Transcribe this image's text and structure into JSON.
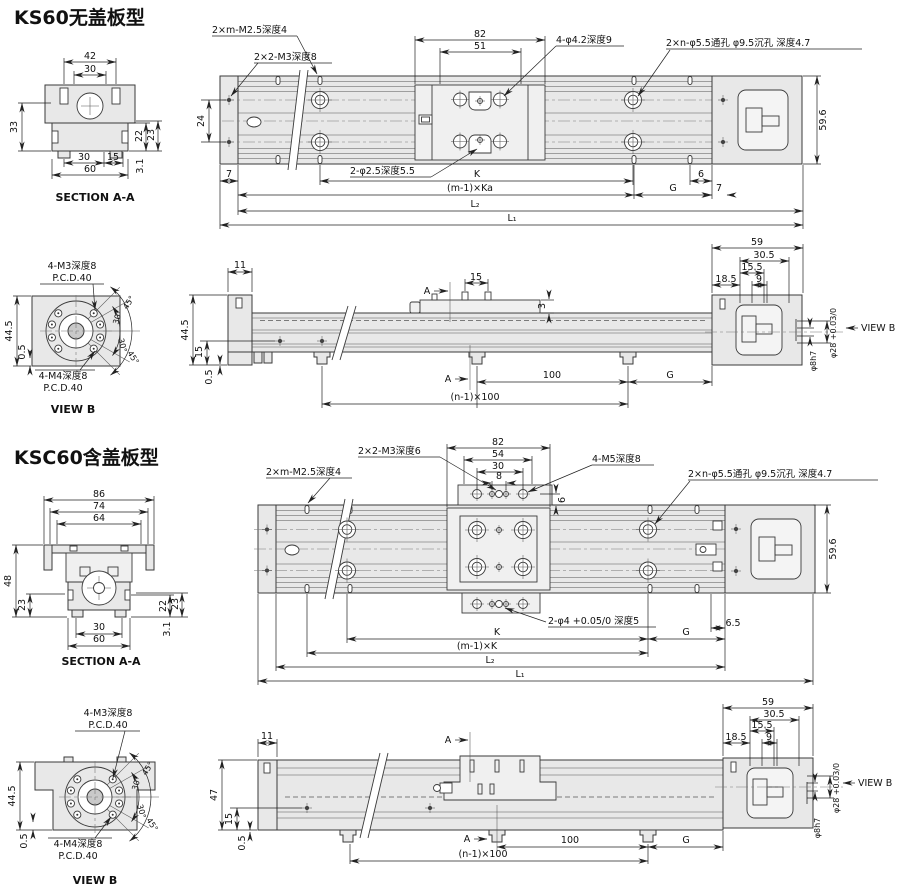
{
  "colors": {
    "accent": "#00a0e9",
    "line": "#3a3a3a",
    "metal": "#e8e8e8"
  },
  "ks60": {
    "title": "KS60无盖板型",
    "section": {
      "caption": "SECTION A-A",
      "d42": "42",
      "d30_top": "30",
      "d33": "33",
      "d22": "22",
      "d23": "23",
      "d30_bot": "30",
      "d15": "15",
      "d31": "3.1",
      "d60": "60"
    },
    "plan": {
      "lbl_m25": "2×m-M2.5深度4",
      "lbl_m3": "2×2-M3深度8",
      "d82": "82",
      "d51": "51",
      "lbl_phi42": "4-φ4.2深度9",
      "lbl_phi55": "2×n-φ5.5通孔 φ9.5沉孔 深度4.7",
      "d596": "59.6",
      "d24": "24",
      "d7_left": "7",
      "lbl_phi25": "2-φ2.5深度5.5",
      "dK": "K",
      "d6": "6",
      "dmka": "(m-1)×Ka",
      "dG": "G",
      "d7_right": "7",
      "dL2": "L₂",
      "dL1": "L₁"
    },
    "viewb": {
      "lbl_m3": "4-M3深度8",
      "pcd_top": "P.C.D.40",
      "d445": "44.5",
      "d05": "0.5",
      "a45_top": "45°",
      "a30_top": "30°",
      "a30_bot": "30°",
      "a45_bot": "45°",
      "lbl_m4": "4-M4深度8",
      "pcd_bot": "P.C.D.40",
      "caption": "VIEW B"
    },
    "side": {
      "d11": "11",
      "d445": "44.5",
      "d15_left": "15",
      "d05": "0.5",
      "mark_a_top": "A",
      "d15": "15",
      "d3": "3",
      "mark_a_bot": "A",
      "d100": "100",
      "dn100": "(n-1)×100",
      "d59": "59",
      "d305": "30.5",
      "d155": "15.5",
      "d9": "9",
      "d185": "18.5",
      "d28": "φ28 +0.03/0",
      "d8h7": "φ8h7",
      "view_b": "VIEW B",
      "dG": "G"
    }
  },
  "ksc60": {
    "title": "KSC60含盖板型",
    "section": {
      "caption": "SECTION A-A",
      "d86": "86",
      "d74": "74",
      "d64": "64",
      "d48": "48",
      "d23_left": "23",
      "d22": "22",
      "d23_right": "23",
      "d31": "3.1",
      "d30": "30",
      "d60": "60"
    },
    "plan": {
      "lbl_m3": "2×2-M3深度6",
      "d82": "82",
      "d54": "54",
      "d30": "30",
      "d8": "8",
      "d6": "6",
      "lbl_m5": "4-M5深度8",
      "lbl_m25": "2×m-M2.5深度4",
      "lbl_phi55": "2×n-φ5.5通孔 φ9.5沉孔 深度4.7",
      "d596": "59.6",
      "lbl_phi4": "2-φ4 +0.05/0 深度5",
      "dK": "K",
      "d65": "6.5",
      "dG": "G",
      "dmk": "(m-1)×K",
      "dL2": "L₂",
      "dL1": "L₁"
    },
    "viewb": {
      "lbl_m3": "4-M3深度8",
      "pcd_top": "P.C.D.40",
      "d445": "44.5",
      "d05": "0.5",
      "a45_top": "45°",
      "a30_top": "30°",
      "a30_bot": "30°",
      "a45_bot": "45°",
      "lbl_m4": "4-M4深度8",
      "pcd_bot": "P.C.D.40",
      "caption": "VIEW B"
    },
    "side": {
      "d11": "11",
      "d47": "47",
      "d15_left": "15",
      "d05": "0.5",
      "mark_a_top": "A",
      "mark_a_bot": "A",
      "d100": "100",
      "dn100": "(n-1)×100",
      "d59": "59",
      "d305": "30.5",
      "d155": "15.5",
      "d9": "9",
      "d185": "18.5",
      "d28": "φ28 +0.03/0",
      "d8h7": "φ8h7",
      "view_b": "VIEW B",
      "dG": "G"
    }
  }
}
